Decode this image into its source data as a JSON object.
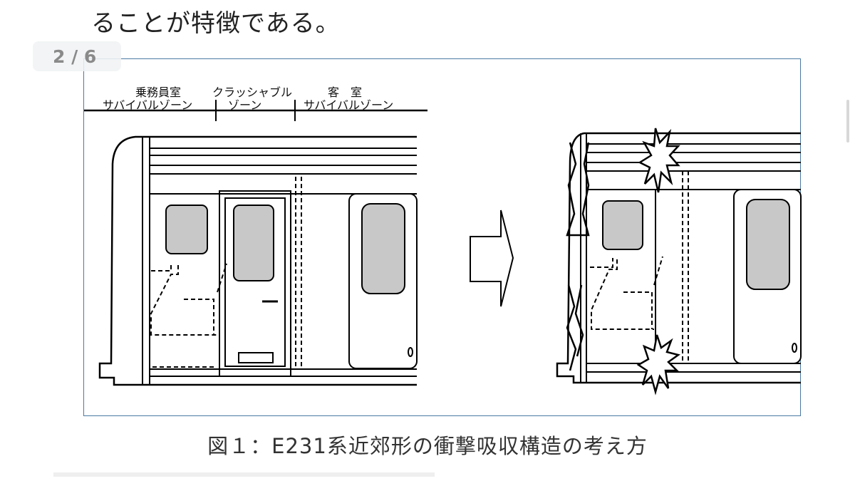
{
  "document": {
    "body_text": "ることが特徴である。",
    "page_indicator": "2 / 6",
    "figure": {
      "zone_labels": {
        "crew_line1": "乗務員室",
        "crew_line2": "サバイバルゾーン",
        "crush_line1": "クラッシャブル",
        "crush_line2": "ゾーン",
        "passenger_line1": "客　室",
        "passenger_line2": "サバイバルゾーン"
      }
    },
    "caption": "図１：E231系近郊形の衝撃吸収構造の考え方"
  }
}
